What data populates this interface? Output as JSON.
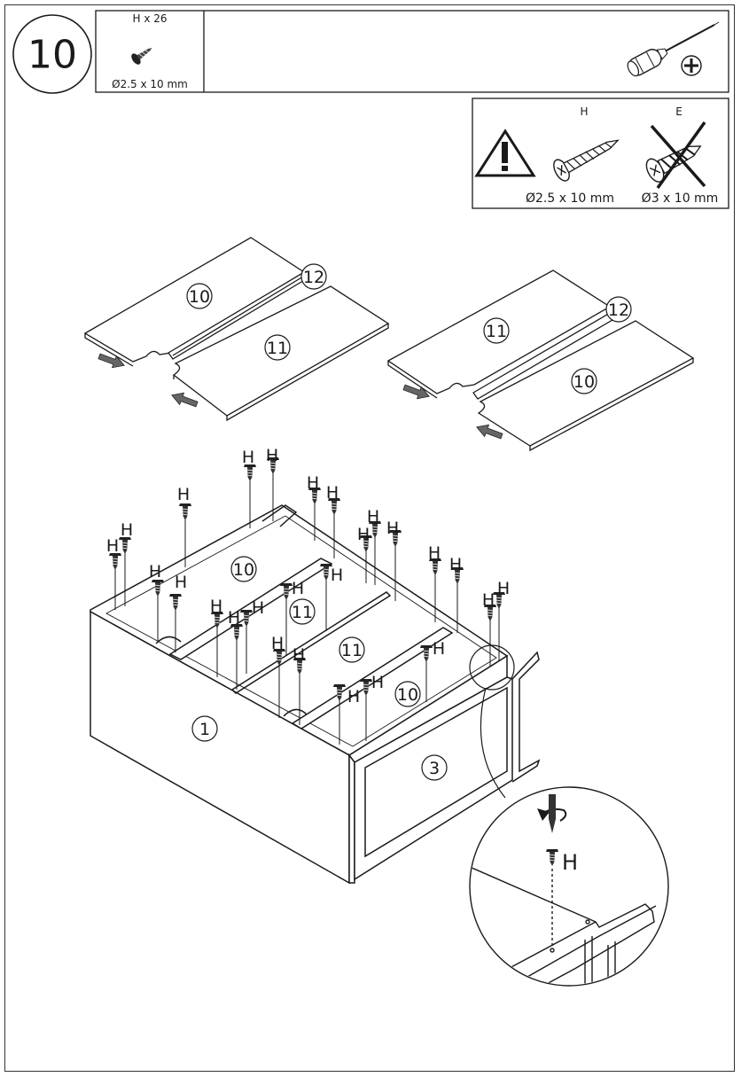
{
  "step": {
    "number": "10"
  },
  "parts_box": {
    "quantity_label": "H x 26",
    "size_label": "Ø2.5 x 10 mm",
    "screw_icon": "screw-icon"
  },
  "tool": {
    "icon": "phillips-screwdriver-icon"
  },
  "warning": {
    "icon": "warning-triangle-icon",
    "correct": {
      "letter": "H",
      "size": "Ø2.5 x 10 mm"
    },
    "wrong": {
      "letter": "E",
      "size": "Ø3 x 10 mm"
    }
  },
  "part_numbers": {
    "side_panel": "1",
    "front_panel": "3",
    "board_a": "10",
    "board_b": "11",
    "rail": "12"
  },
  "screw_letter": "H",
  "colors": {
    "line": "#1a1a1a",
    "background": "#ffffff"
  }
}
